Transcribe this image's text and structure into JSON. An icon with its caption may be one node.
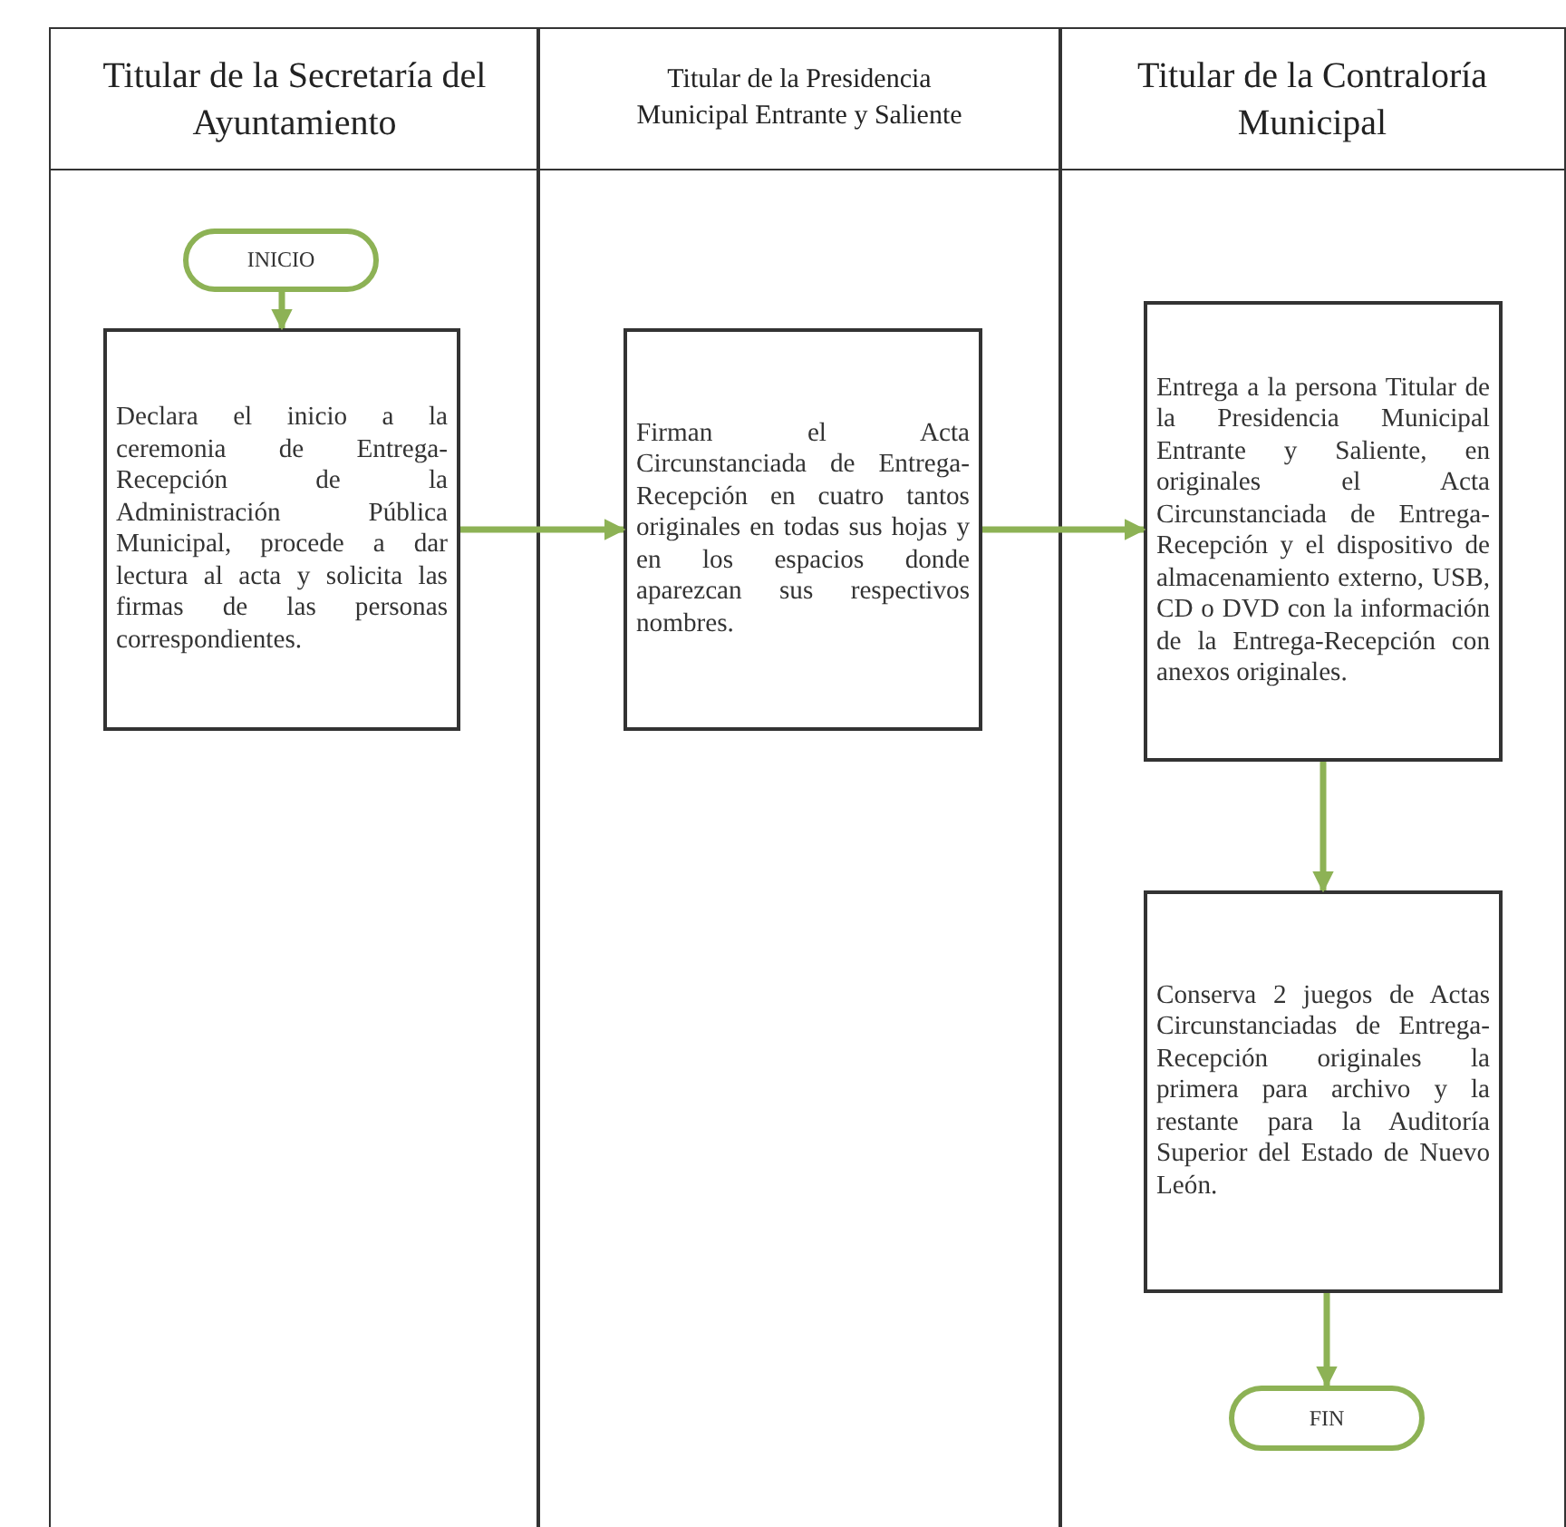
{
  "diagram": {
    "nodes": [
      {
        "text": [
          "Titular de la Secretaría del Ayuntamiento"
        ]
      },
      {
        "text": [
          "Titular de la Presidencia Municipal Entrante y Saliente"
        ]
      },
      {
        "text": [
          "Titular de la Contraloría Municipal"
        ]
      },
      {
        "text": [
          "INICIO"
        ],
        "in": 0
      },
      {
        "text": [
          "Declara el inicio a la ceremonia de Entrega-Recepción de la Administración Pública Municipal, procede a dar lectura al acta y solicita las firmas de las personas correspondientes."
        ],
        "in": 0
      },
      {
        "text": [
          "Firman el Acta Circunstanciada de Entrega-Recepción en cuatro tantos originales en todas sus hojas y en los espacios donde aparezcan sus respectivos nombres."
        ],
        "in": 1
      },
      {
        "text": [
          "Entrega a la persona Titular de la Presidencia Municipal Entrante y Saliente, en originales el Acta Circunstanciada de Entrega-Recepción y el dispositivo de almacenamiento externo, USB, CD o DVD con la información de la Entrega-Recepción con anexos originales."
        ],
        "in": 2
      },
      {
        "text": [
          "Conserva 2 juegos de Actas Circunstanciadas de Entrega-Recepción originales la primera para archivo y la restante para la Auditoría Superior del Estado de Nuevo León."
        ],
        "in": 2
      },
      {
        "text": [
          "FIN"
        ],
        "in": 2
      }
    ],
    "edges": [
      {
        "from": 3,
        "to": 4,
        "arrow": "to"
      },
      {
        "from": 4,
        "to": 5,
        "arrow": "to"
      },
      {
        "from": 5,
        "to": 6,
        "arrow": "to"
      },
      {
        "from": 6,
        "to": 7,
        "arrow": "to"
      },
      {
        "from": 7,
        "to": 8,
        "arrow": "to"
      }
    ]
  }
}
